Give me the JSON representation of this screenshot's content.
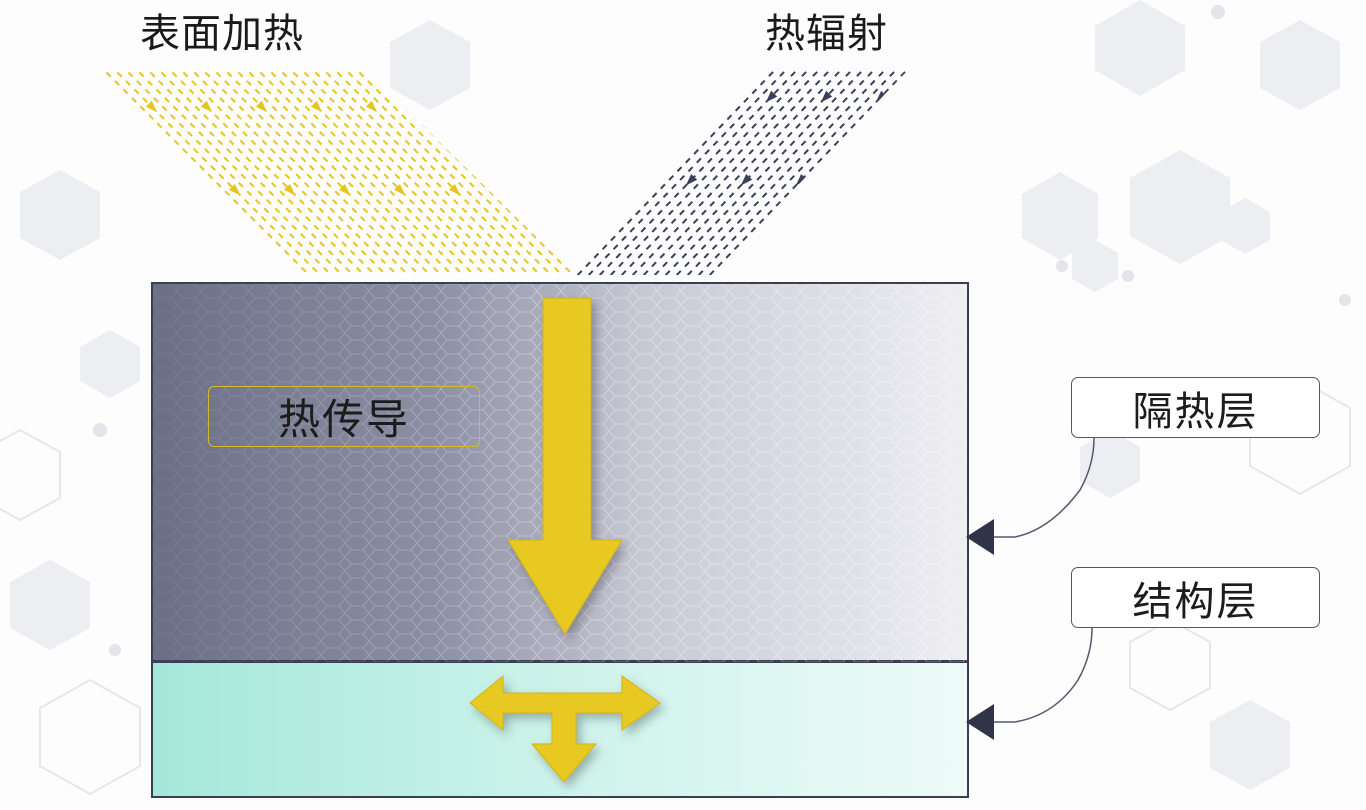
{
  "labels": {
    "surface_heating": "表面加热",
    "thermal_radiation": "热辐射",
    "heat_conduction": "热传导",
    "insulation_layer": "隔热层",
    "structure_layer": "结构层"
  },
  "colors": {
    "heat_yellow": "#e6c520",
    "radiation_navy": "#3b405a",
    "layer_border": "#3a3f55",
    "insulation_gray": "#8d90a4",
    "structure_mint": "#b6ecdf"
  },
  "icons": {
    "conduction_arrow": "down-arrow-icon",
    "spread_arrow": "three-way-arrow-icon",
    "pointer": "triangle-pointer-icon"
  }
}
